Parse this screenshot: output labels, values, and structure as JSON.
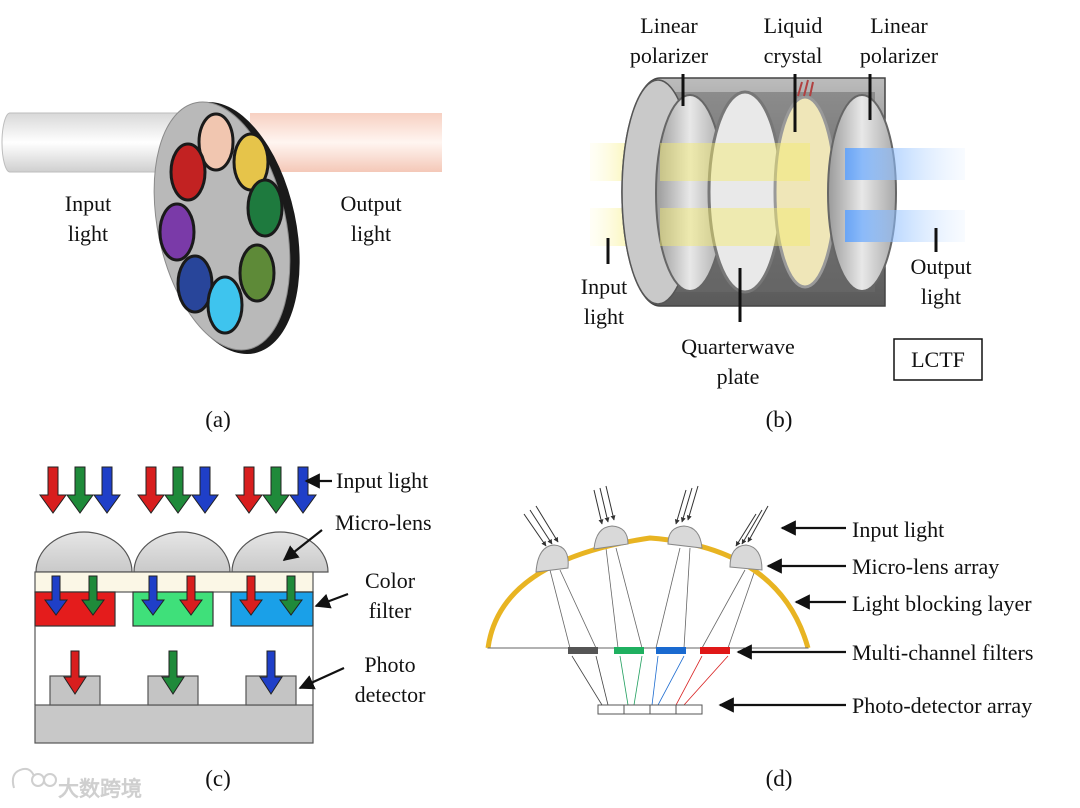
{
  "panel_a": {
    "caption": "(a)",
    "input_label": [
      "Input",
      "light"
    ],
    "output_label": [
      "Output",
      "light"
    ]
  },
  "panel_b": {
    "caption": "(b)",
    "linear_polarizer_1": [
      "Linear",
      "polarizer"
    ],
    "liquid_crystal": [
      "Liquid",
      "crystal"
    ],
    "linear_polarizer_2": [
      "Linear",
      "polarizer"
    ],
    "input_label": [
      "Input",
      "light"
    ],
    "output_label": [
      "Output",
      "light"
    ],
    "quarterwave_plate": [
      "Quarterwave",
      "plate"
    ],
    "lctf_box": "LCTF"
  },
  "panel_c": {
    "caption": "(c)",
    "input_light": "Input light",
    "micro_lens": "Micro-lens",
    "color_filter": [
      "Color",
      "filter"
    ],
    "photo_detector": [
      "Photo",
      "detector"
    ]
  },
  "panel_d": {
    "caption": "(d)",
    "input_light": "Input light",
    "micro_lens_array": "Micro-lens array",
    "light_blocking_layer": "Light blocking layer",
    "multi_channel_filters": "Multi-channel filters",
    "photo_detector_array": "Photo-detector array"
  },
  "watermark": "大数跨境",
  "colors": {
    "red": "#d81e1e",
    "green": "#1f8a3a",
    "blue": "#1f3fc8",
    "lens_gray": "#d9d9d9",
    "blocking_layer": "#e8b422",
    "filter_cyan": "#1aa0e8",
    "filter_green": "#3fe07a",
    "filter_red": "#e01818"
  }
}
